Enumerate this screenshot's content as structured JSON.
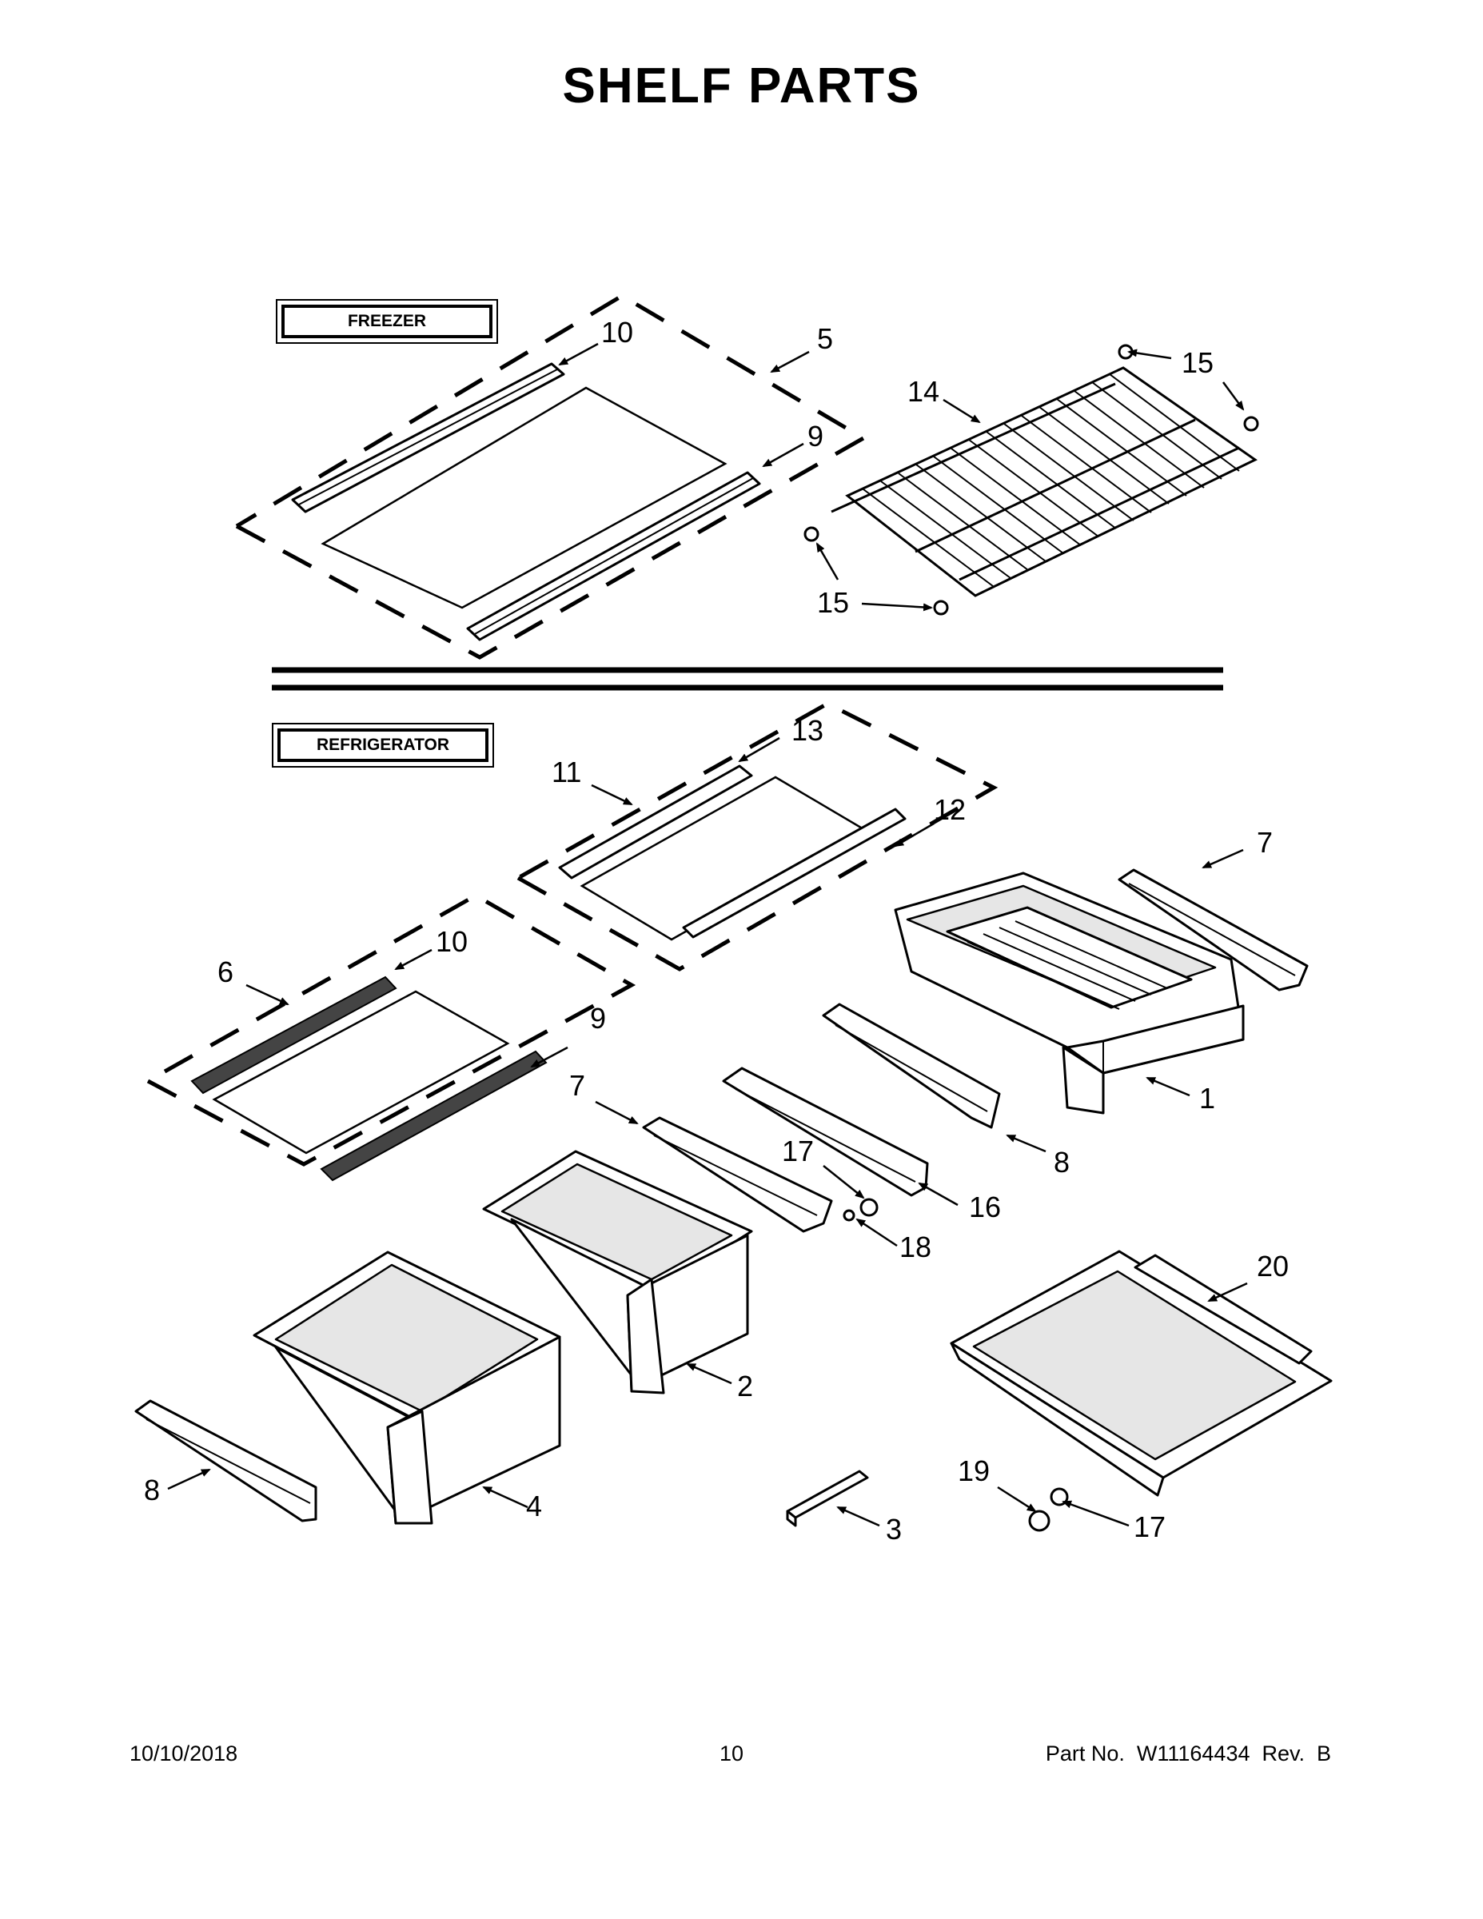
{
  "title": "SHELF PARTS",
  "sections": {
    "freezer": "FREEZER",
    "refrigerator": "REFRIGERATOR"
  },
  "callouts": {
    "freezer": [
      "10",
      "5",
      "9",
      "14",
      "15",
      "15",
      "15",
      "15"
    ],
    "refrigerator": [
      "13",
      "11",
      "12",
      "7",
      "10",
      "6",
      "9",
      "1",
      "7",
      "8",
      "17",
      "16",
      "18",
      "8",
      "20",
      "2",
      "4",
      "19",
      "17",
      "3",
      "8"
    ]
  },
  "footer": {
    "date": "10/10/2018",
    "page": "10",
    "part_no": "Part No.  W11164434  Rev.  B"
  }
}
